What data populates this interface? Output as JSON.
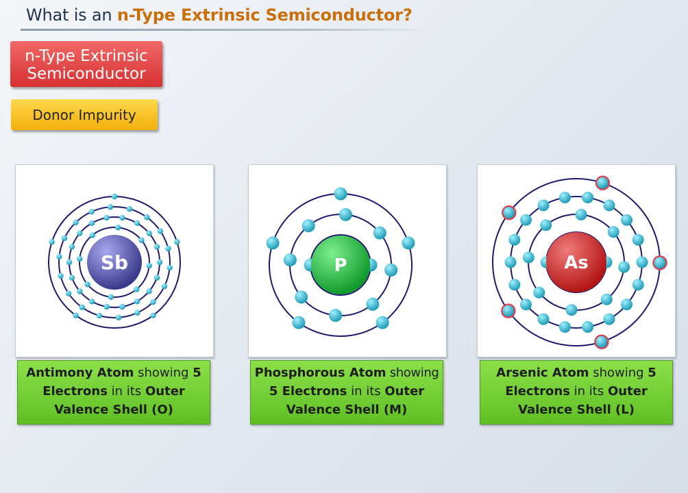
{
  "title": {
    "prefix": "What is an ",
    "highlight": "n-Type Extrinsic Semiconductor?"
  },
  "tags": {
    "line1": "n-Type Extrinsic",
    "line2": "Semiconductor",
    "donor": "Donor Impurity"
  },
  "colors": {
    "accent_orange": "#c96f0c",
    "tag_red": "#e04646",
    "tag_yellow": "#f7c21f",
    "caption_green": "#74d036",
    "orbit": "#1c1a6e",
    "electron": "#1f9bb5",
    "valence_highlight": "#e03a4c"
  },
  "atoms": [
    {
      "symbol": "Sb",
      "nucleus_color": "#3a3a8c",
      "shells": [
        2,
        8,
        18,
        18,
        5
      ],
      "caption": {
        "name": "Antimony Atom",
        "w1": " showing ",
        "count": "5",
        "electrons": "Electrons",
        "w2": " in its ",
        "outer": "Outer",
        "shell": "Valence Shell (O)"
      }
    },
    {
      "symbol": "P",
      "nucleus_color": "#129a2c",
      "shells": [
        2,
        8,
        5
      ],
      "caption": {
        "name": "Phosphorous Atom",
        "w1": " showing ",
        "count": "5",
        "electrons": "5 Electrons",
        "w2": " in its ",
        "outer": "Outer",
        "shell": "Valence Shell (M)"
      }
    },
    {
      "symbol": "As",
      "nucleus_color": "#b41616",
      "shells": [
        2,
        8,
        18,
        5
      ],
      "caption": {
        "name": "Arsenic Atom",
        "w1": " showing ",
        "count": "5",
        "electrons": "Electrons",
        "w2": " in its ",
        "outer": "Outer",
        "shell": "Valence Shell (L)"
      }
    }
  ]
}
